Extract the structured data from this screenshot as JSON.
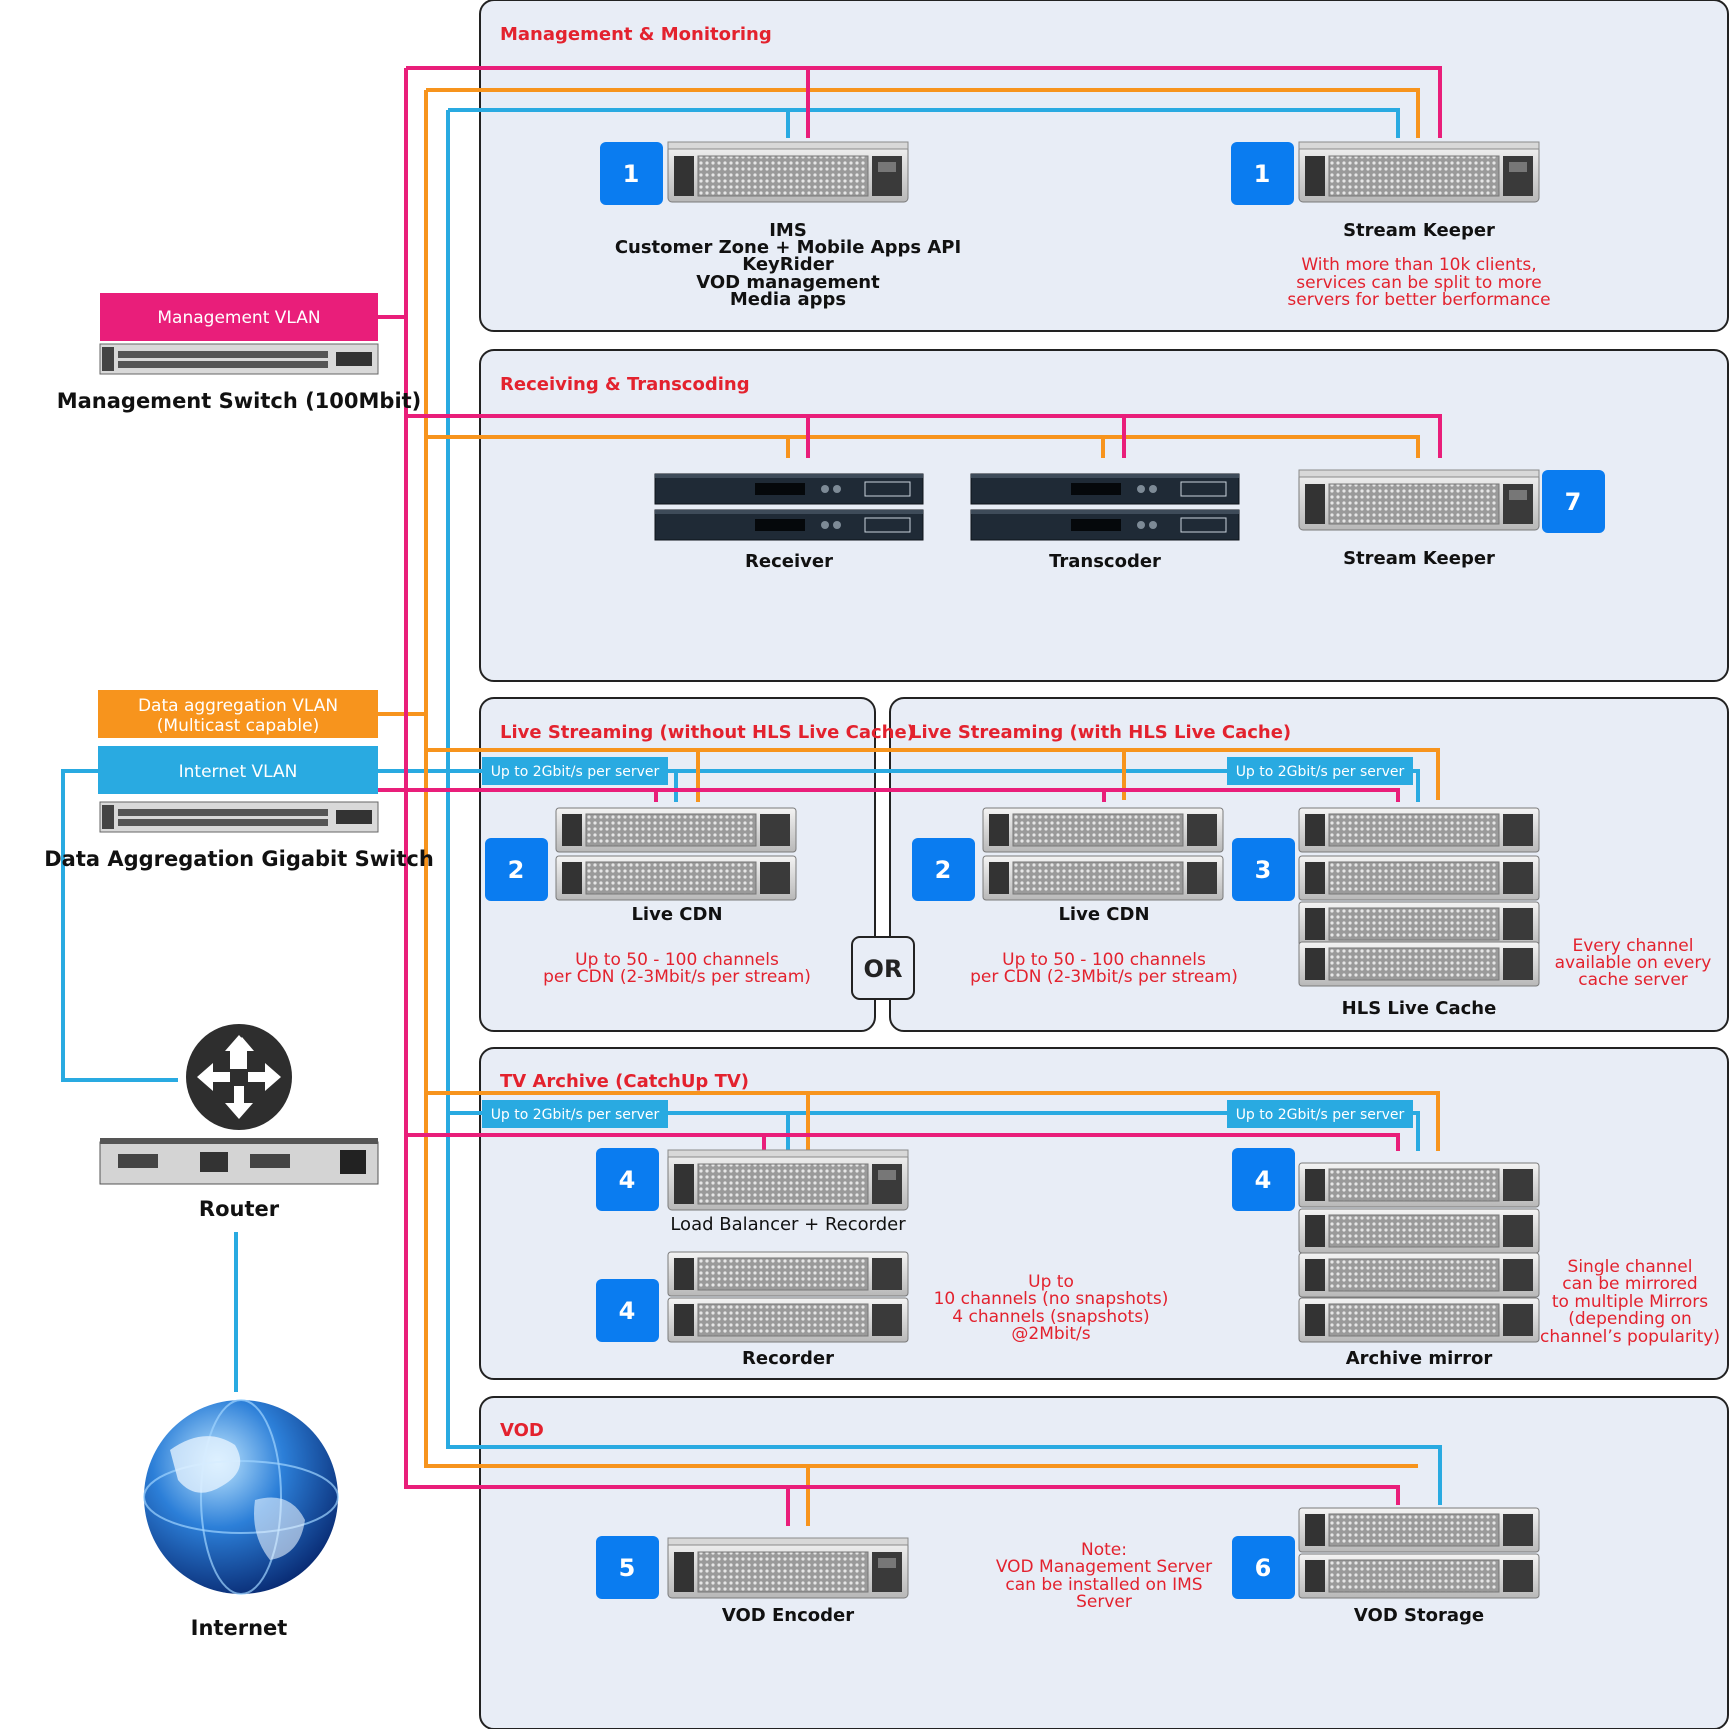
{
  "colors": {
    "management": "#e91e7a",
    "data": "#f7941d",
    "internet": "#29aae1",
    "section_bg": "#e8edf6",
    "badge": "#0a7cf0",
    "note": "#e3222e"
  },
  "left": {
    "management_vlan": "Management VLAN",
    "management_switch": "Management Switch (100Mbit)",
    "data_vlan_line1": "Data aggregation VLAN",
    "data_vlan_line2": "(Multicast capable)",
    "internet_vlan": "Internet VLAN",
    "data_switch": "Data Aggregation Gigabit Switch",
    "router_icon": "router-icon",
    "router": "Router",
    "globe_icon": "globe-icon",
    "internet": "Internet"
  },
  "sections": {
    "management": {
      "title": "Management & Monitoring",
      "ims_badge": "1",
      "ims_lines": [
        "IMS",
        "Customer Zone + Mobile Apps API",
        "KeyRider",
        "VOD management",
        "Media apps"
      ],
      "keeper_badge": "1",
      "keeper_label": "Stream Keeper",
      "keeper_note": [
        "With more than 10k clients,",
        "services can be split to more",
        "servers for better berformance"
      ]
    },
    "receiving": {
      "title": "Receiving & Transcoding",
      "receiver": "Receiver",
      "transcoder": "Transcoder",
      "keeper_label": "Stream Keeper",
      "keeper_badge": "7"
    },
    "live_no_cache": {
      "title": "Live Streaming (without HLS Live Cache)",
      "speed": "Up to 2Gbit/s per server",
      "badge": "2",
      "label": "Live CDN",
      "note": [
        "Up to 50 - 100 channels",
        "per CDN (2-3Mbit/s per stream)"
      ]
    },
    "or_label": "OR",
    "live_cache": {
      "title": "Live Streaming (with HLS Live Cache)",
      "speed": "Up to 2Gbit/s per server",
      "cdn_badge": "2",
      "cdn_label": "Live CDN",
      "cdn_note": [
        "Up to 50 - 100 channels",
        "per CDN (2-3Mbit/s per stream)"
      ],
      "cache_badge": "3",
      "cache_label": "HLS Live Cache",
      "cache_note": [
        "Every channel",
        "available on every",
        "cache server"
      ]
    },
    "archive": {
      "title": "TV Archive (CatchUp TV)",
      "speed_left": "Up to 2Gbit/s per server",
      "speed_right": "Up to 2Gbit/s per server",
      "lb_badge": "4",
      "lb_label": "Load Balancer + Recorder",
      "rec_badge": "4",
      "rec_label": "Recorder",
      "rec_note": [
        "Up to",
        "10 channels (no snapshots)",
        "4 channels (snapshots)",
        "@2Mbit/s"
      ],
      "mirror_badge": "4",
      "mirror_label": "Archive mirror",
      "mirror_note": [
        "Single channel",
        "can be mirrored",
        "to multiple Mirrors",
        "(depending on",
        "channel’s popularity)"
      ]
    },
    "vod": {
      "title": "VOD",
      "encoder_badge": "5",
      "encoder_label": "VOD Encoder",
      "note": [
        "Note:",
        "VOD Management Server",
        "can be installed on IMS",
        "Server"
      ],
      "storage_badge": "6",
      "storage_label": "VOD Storage"
    }
  }
}
